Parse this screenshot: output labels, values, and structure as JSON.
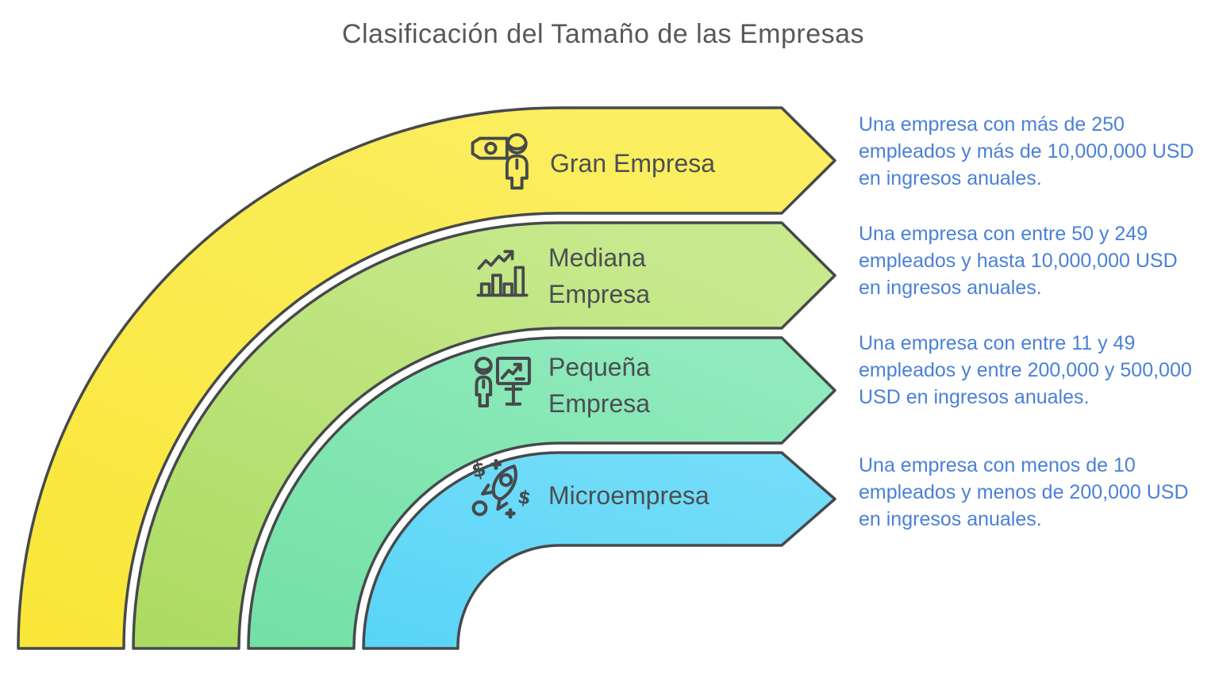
{
  "title": "Clasificación del Tamaño de las Empresas",
  "colors": {
    "outline": "#46494C",
    "title_text": "#56595B",
    "label_text": "#4B4F52",
    "description_text": "#4A80D8",
    "background": "#FFFFFF"
  },
  "bands": [
    {
      "label": "Gran Empresa",
      "icon": "money-person-icon",
      "color": "#FAE94A",
      "gradient": [
        "#F9E637",
        "#FBEE60"
      ],
      "description": "Una empresa con más de 250 empleados y más de 10,000,000 USD en ingresos anuales."
    },
    {
      "label": "Mediana Empresa",
      "icon": "growth-chart-icon",
      "color": "#BCE37C",
      "gradient": [
        "#ABDB60",
        "#C8E98E"
      ],
      "description": "Una empresa con entre 50 y 249 empleados y hasta 10,000,000 USD en ingresos anuales."
    },
    {
      "label": "Pequeña Empresa",
      "icon": "presentation-board-icon",
      "color": "#84E6B2",
      "gradient": [
        "#72E0A4",
        "#90EABD"
      ],
      "description": "Una empresa con entre 11 y 49 empleados y entre 200,000 y 500,000 USD en ingresos anuales."
    },
    {
      "label": "Microempresa",
      "icon": "rocket-dollar-icon",
      "color": "#66D9F8",
      "gradient": [
        "#58D4F6",
        "#74DDF9"
      ],
      "description": "Una empresa con menos de 10 empleados y menos de 200,000 USD en ingresos anuales."
    }
  ]
}
